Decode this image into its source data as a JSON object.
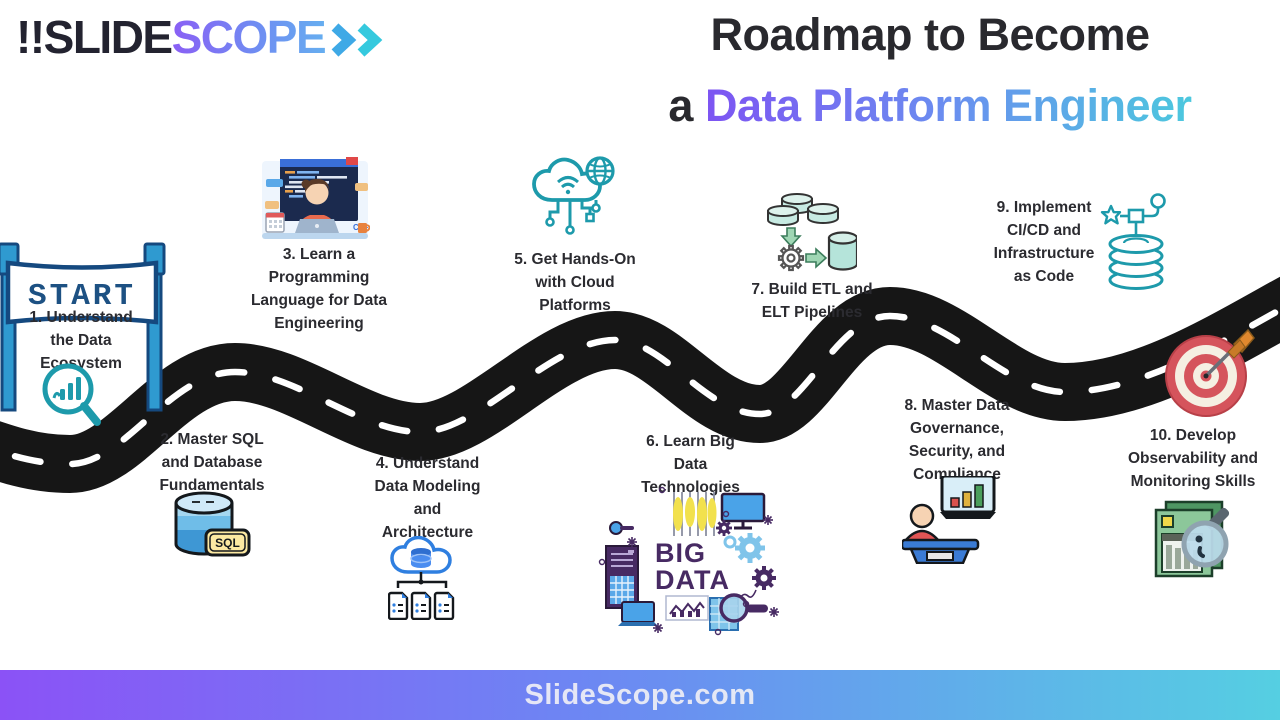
{
  "logo": {
    "text_dark": "!!SLIDE",
    "text_gradient": "SCOPE",
    "arrows_icon": "double-chevron-right"
  },
  "title": {
    "line1": "Roadmap to Become",
    "line2_prefix": "a",
    "line2_main": "Data Platform Engineer"
  },
  "start_sign": {
    "label": "START"
  },
  "steps": [
    {
      "n": 1,
      "label": "1. Understand the Data Ecosystem",
      "lines": [
        "1. Understand",
        "the Data",
        "Ecosystem"
      ],
      "icon": "magnifier-bar-chart"
    },
    {
      "n": 2,
      "label": "2. Master SQL and Database Fundamentals",
      "lines": [
        "2. Master SQL",
        "and Database",
        "Fundamentals"
      ],
      "icon": "sql-database",
      "badge": "SQL"
    },
    {
      "n": 3,
      "label": "3. Learn a Programming Language for Data Engineering",
      "lines": [
        "3. Learn a",
        "Programming",
        "Language for Data",
        "Engineering"
      ],
      "icon": "programmer-at-laptop",
      "code_label": "C++"
    },
    {
      "n": 4,
      "label": "4. Understand Data Modeling and Architecture",
      "lines": [
        "4. Understand",
        "Data Modeling",
        "and",
        "Architecture"
      ],
      "icon": "cloud-database-documents"
    },
    {
      "n": 5,
      "label": "5. Get Hands-On with Cloud Platforms",
      "lines": [
        "5. Get Hands-On",
        "with Cloud",
        "Platforms"
      ],
      "icon": "cloud-network"
    },
    {
      "n": 6,
      "label": "6. Learn Big Data Technologies",
      "lines": [
        "6. Learn Big",
        "Data",
        "Technologies"
      ],
      "icon": "big-data-collage",
      "collage": {
        "line1": "BIG",
        "line2": "DATA"
      }
    },
    {
      "n": 7,
      "label": "7. Build ETL and ELT Pipelines",
      "lines": [
        "7. Build ETL and",
        "ELT Pipelines"
      ],
      "icon": "etl-pipeline"
    },
    {
      "n": 8,
      "label": "8. Master Data Governance, Security, and Compliance",
      "lines": [
        "8. Master Data",
        "Governance,",
        "Security, and",
        "Compliance"
      ],
      "icon": "presenter-podium"
    },
    {
      "n": 9,
      "label": "9. Implement CI/CD and Infrastructure as Code",
      "lines": [
        "9. Implement",
        "CI/CD and",
        "Infrastructure",
        "as Code"
      ],
      "icon": "cicd-database-stack"
    },
    {
      "n": 10,
      "label": "10. Develop Observability and Monitoring Skills",
      "lines": [
        "10. Develop",
        "Observability and",
        "Monitoring Skills"
      ],
      "icon": "observability-magnifier"
    }
  ],
  "road": {
    "style": "black winding road with white dashed centerline",
    "end_marker": "dartboard-target"
  },
  "footer": {
    "text": "SlideScope.com"
  },
  "colors": {
    "dark_text": "#2b2b30",
    "purple": "#7d54f2",
    "blue": "#6b8cf0",
    "cyan": "#4cc8de",
    "teal_icon": "#1d9aab",
    "road": "#161616",
    "target_red": "#d5545c",
    "footer_gradient": [
      "#8b52f6",
      "#6d86f3",
      "#55cfe2"
    ]
  }
}
